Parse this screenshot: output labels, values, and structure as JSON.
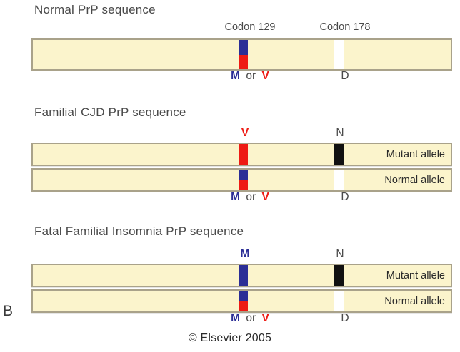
{
  "figure": {
    "panel_letter": "B",
    "credit": "© Elsevier 2005",
    "colors": {
      "bar_fill": "#fbf4cc",
      "bar_border": "#a9a28a",
      "methionine_blue": "#2b2e96",
      "valine_red": "#ee1b14",
      "asparagine_black": "#111111",
      "aspartate_white": "#ffffff",
      "text_gray": "#4a4a4a"
    },
    "codon_headers": [
      {
        "label": "Codon 129"
      },
      {
        "label": "Codon 178"
      }
    ],
    "sections": [
      {
        "title": "Normal PrP sequence",
        "rows": [
          {
            "allele_caption": "",
            "codon129": {
              "style": "split",
              "top": "blue",
              "bottom": "red"
            },
            "codon178": {
              "style": "solid",
              "color": "white"
            },
            "top_labels": [],
            "bottom_labels": [
              {
                "kind": "mv",
                "m": "M",
                "or": "or",
                "v": "V"
              },
              {
                "kind": "plain",
                "text": "D"
              }
            ]
          }
        ]
      },
      {
        "title": "Familial CJD PrP sequence",
        "rows": [
          {
            "allele_caption": "Mutant allele",
            "codon129": {
              "style": "solid",
              "color": "red"
            },
            "codon178": {
              "style": "solid",
              "color": "black"
            },
            "top_labels": [
              {
                "kind": "single",
                "text": "V",
                "color": "red"
              },
              {
                "kind": "single",
                "text": "N",
                "color": "gray"
              }
            ],
            "bottom_labels": []
          },
          {
            "allele_caption": "Normal allele",
            "codon129": {
              "style": "split",
              "top": "blue",
              "bottom": "red"
            },
            "codon178": {
              "style": "solid",
              "color": "white"
            },
            "top_labels": [],
            "bottom_labels": [
              {
                "kind": "mv",
                "m": "M",
                "or": "or",
                "v": "V"
              },
              {
                "kind": "plain",
                "text": "D"
              }
            ]
          }
        ]
      },
      {
        "title": "Fatal Familial Insomnia PrP sequence",
        "rows": [
          {
            "allele_caption": "Mutant allele",
            "codon129": {
              "style": "solid",
              "color": "blue"
            },
            "codon178": {
              "style": "solid",
              "color": "black"
            },
            "top_labels": [
              {
                "kind": "single",
                "text": "M",
                "color": "blue"
              },
              {
                "kind": "single",
                "text": "N",
                "color": "gray"
              }
            ],
            "bottom_labels": []
          },
          {
            "allele_caption": "Normal allele",
            "codon129": {
              "style": "split",
              "top": "blue",
              "bottom": "red"
            },
            "codon178": {
              "style": "solid",
              "color": "white"
            },
            "top_labels": [],
            "bottom_labels": [
              {
                "kind": "mv",
                "m": "M",
                "or": "or",
                "v": "V"
              },
              {
                "kind": "plain",
                "text": "D"
              }
            ]
          }
        ]
      }
    ]
  }
}
